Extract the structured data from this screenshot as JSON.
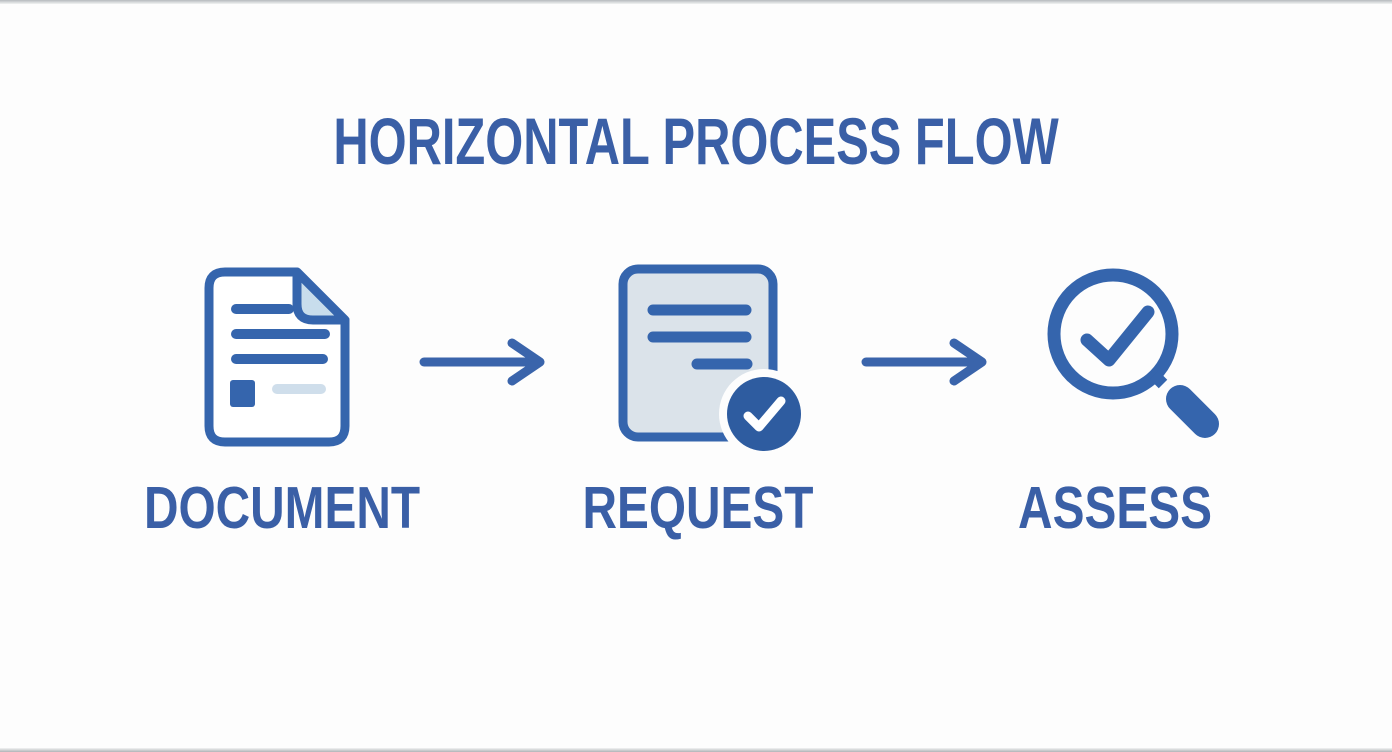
{
  "title": {
    "text": "HORIZONTAL PROCESS FLOW"
  },
  "steps": [
    {
      "label": "DOCUMENT",
      "icon": "document-icon"
    },
    {
      "label": "REQUEST",
      "icon": "approved-document-icon"
    },
    {
      "label": "ASSESS",
      "icon": "magnifier-check-icon"
    }
  ],
  "arrows": [
    {
      "icon": "arrow-right-icon",
      "direction": "right"
    },
    {
      "icon": "arrow-right-icon",
      "direction": "right"
    }
  ],
  "colors": {
    "background": "#fdfdfd",
    "title_text": "#3a5fa6",
    "label_text": "#3a5fa6",
    "icon_stroke": "#3565ad",
    "badge_fill": "#2e5ca0",
    "request_doc_fill": "#dbe3ea",
    "fold_fill": "#c8ddec",
    "muted_line": "#cfdeeb",
    "arrow": "#3a64ab",
    "edge_line": "#b6babd"
  }
}
